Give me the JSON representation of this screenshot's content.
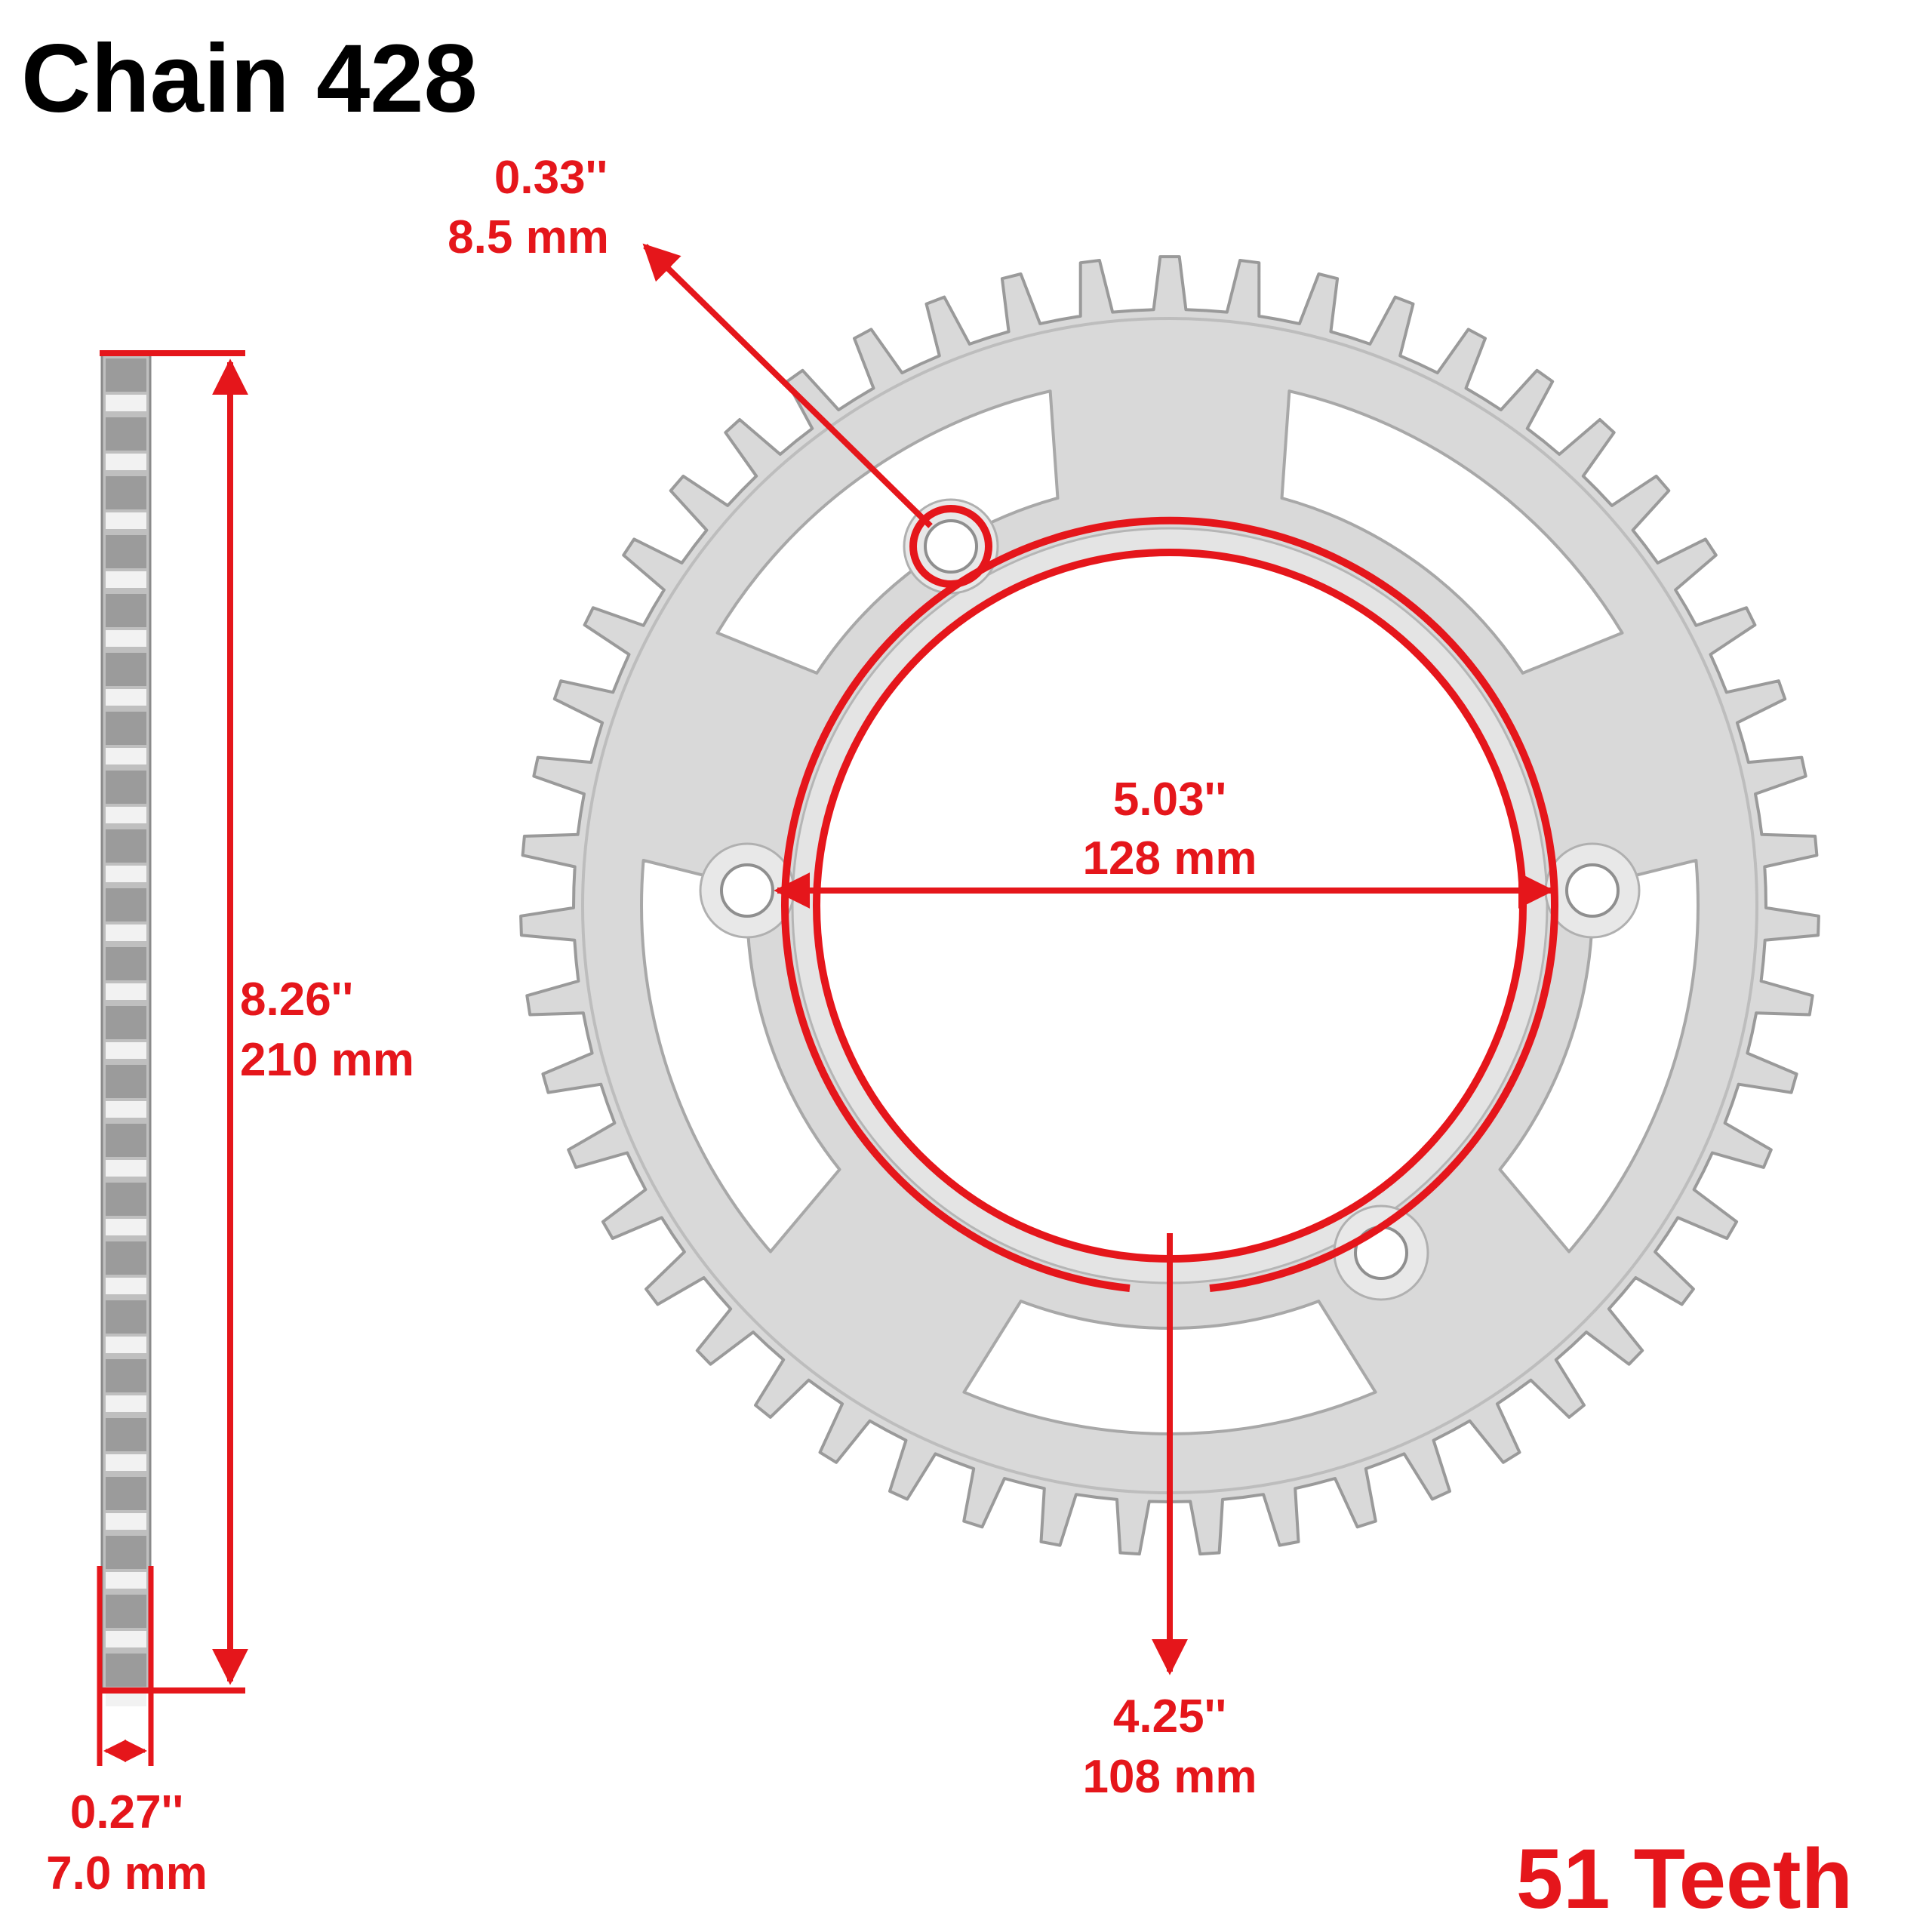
{
  "title": "Chain 428",
  "teeth_label": "51 Teeth",
  "teeth_count": 51,
  "accent_color": "#e5161b",
  "metal_color": "#d9d9d9",
  "dimensions": {
    "bolt_hole": {
      "inch": "0.33''",
      "mm": "8.5 mm"
    },
    "bolt_circle": {
      "inch": "5.03''",
      "mm": "128 mm"
    },
    "center_bore": {
      "inch": "4.25''",
      "mm": "108 mm"
    },
    "outer_diameter": {
      "inch": "8.26''",
      "mm": "210 mm"
    },
    "thickness": {
      "inch": "0.27''",
      "mm": "7.0 mm"
    }
  }
}
